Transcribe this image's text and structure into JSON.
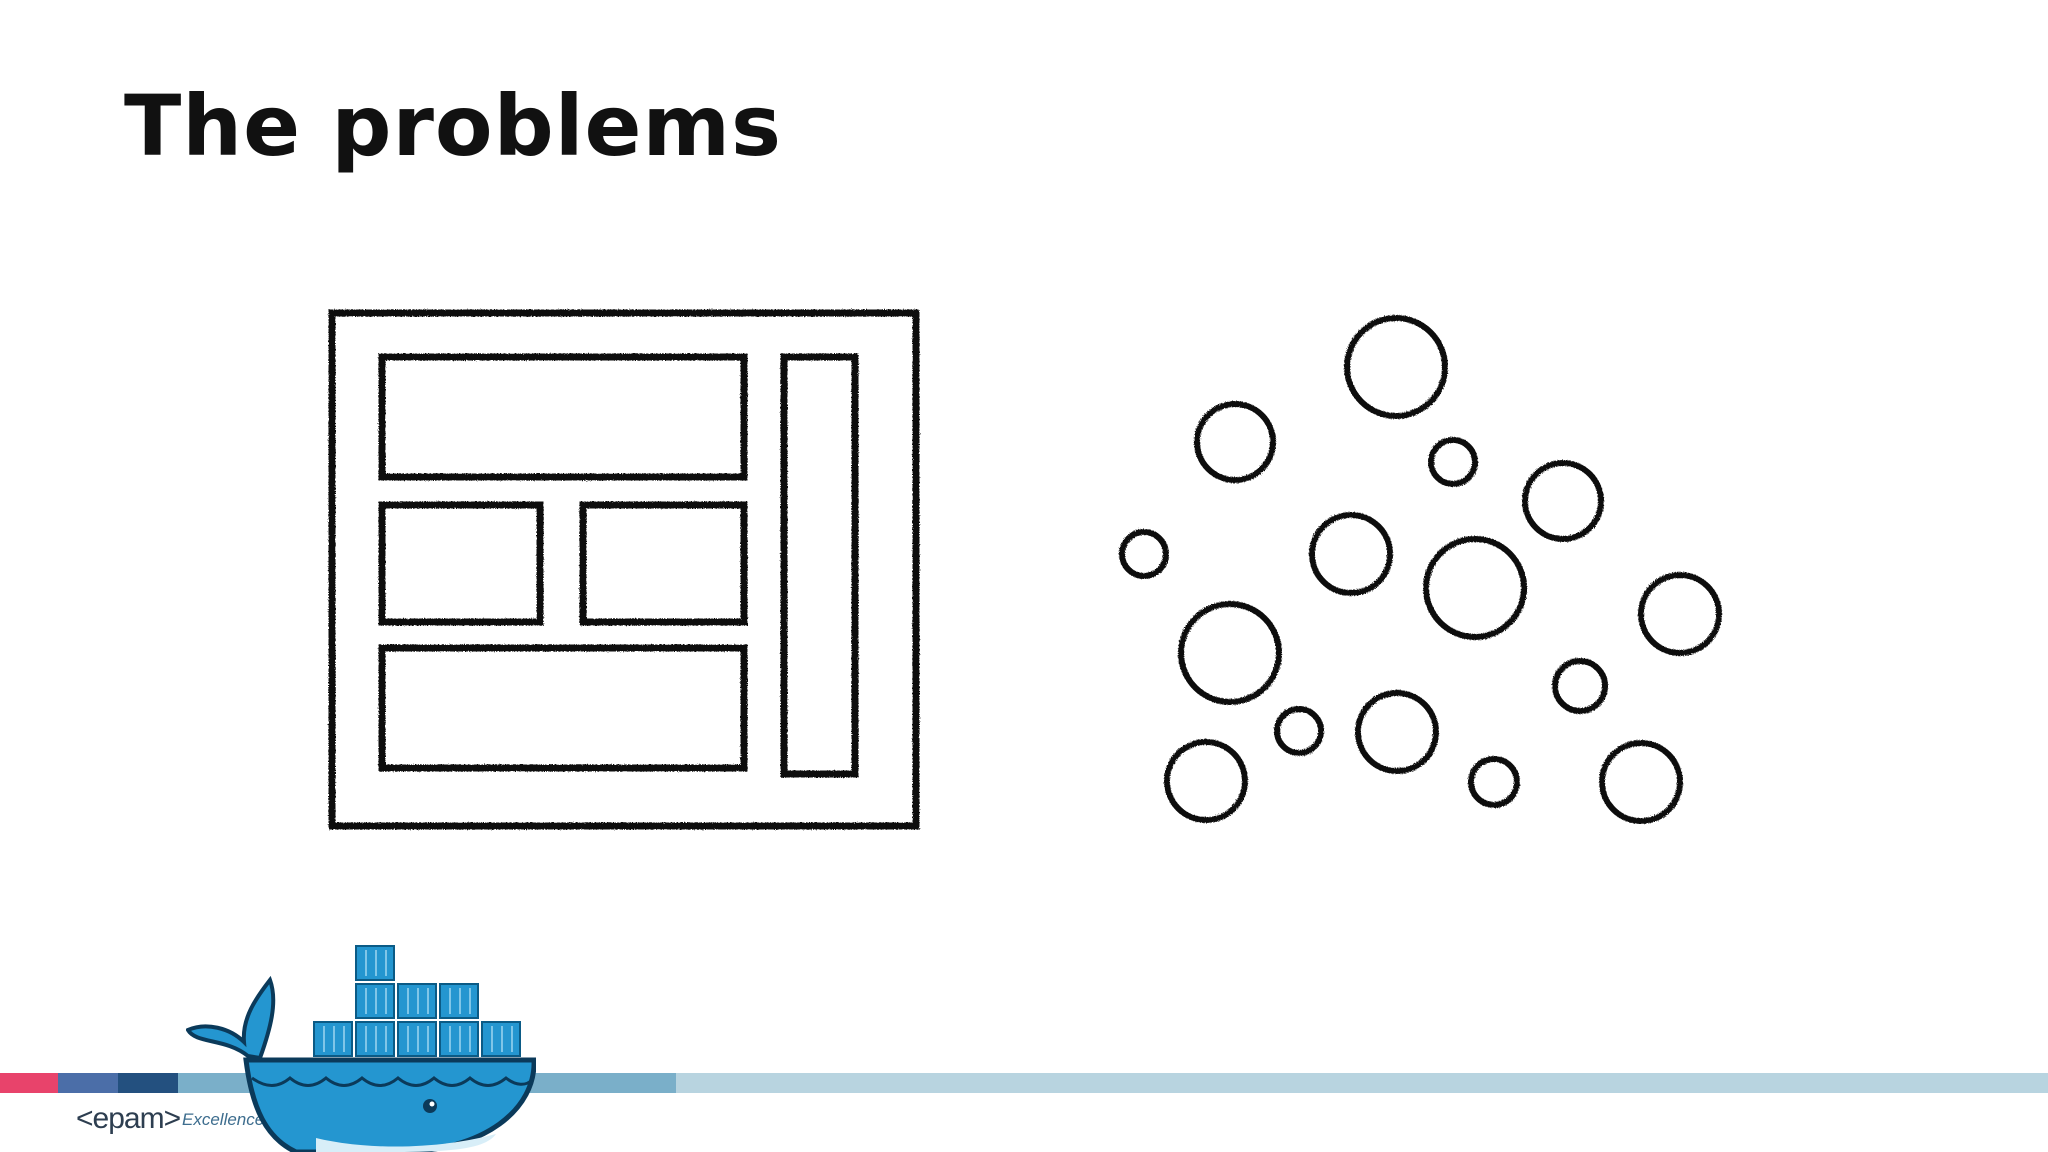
{
  "slide": {
    "title": "The problems"
  },
  "illustrations": {
    "left_icon": "monolith-layout-icon",
    "right_icon": "microservices-bubbles-icon"
  },
  "footer": {
    "logo_text": "<epam>",
    "tagline": "Excellence in",
    "colors": {
      "pink": "#e8436b",
      "blue_mid": "#4b6ea8",
      "blue_dark": "#23507f",
      "blue_light": "#7aafc9",
      "blue_pale": "#b8d4e0"
    }
  },
  "mascot": {
    "icon": "docker-whale-icon",
    "color": "#2496d0"
  }
}
